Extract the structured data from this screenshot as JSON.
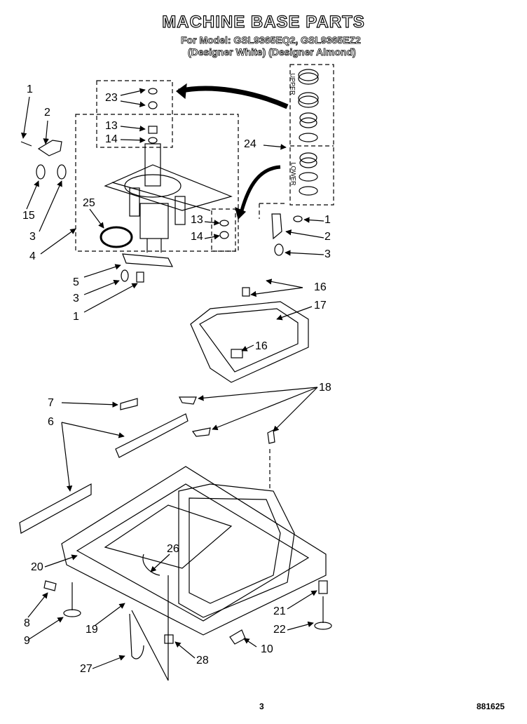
{
  "title": "MACHINE BASE PARTS",
  "models": "For Model: GSL9365EQ2, GSL9365EZ2",
  "colors": "(Designer White) (Designer Almond)",
  "kit_labels": {
    "upper": "UPPER",
    "lower": "LOWER"
  },
  "callouts": {
    "c1a": "1",
    "c2a": "2",
    "c15": "15",
    "c3a": "3",
    "c4": "4",
    "c25": "25",
    "c23": "23",
    "c13a": "13",
    "c14a": "14",
    "c24": "24",
    "c13b": "13",
    "c14b": "14",
    "c1b": "1",
    "c2b": "2",
    "c3b": "3",
    "c5": "5",
    "c3c": "3",
    "c1c": "1",
    "c16a": "16",
    "c17": "17",
    "c16b": "16",
    "c18": "18",
    "c7": "7",
    "c6": "6",
    "c20": "20",
    "c26": "26",
    "c8": "8",
    "c9": "9",
    "c19": "19",
    "c21": "21",
    "c22": "22",
    "c10": "10",
    "c27": "27",
    "c28": "28"
  },
  "page_number": "3",
  "doc_number": "881625"
}
